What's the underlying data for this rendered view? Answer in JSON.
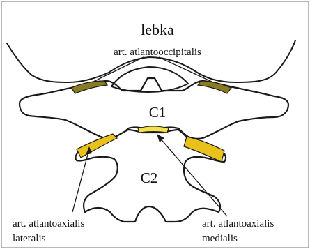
{
  "labels": {
    "skull": "lebka",
    "atlanto_occipital": "art. atlantooccipitalis",
    "c1": "C1",
    "c2": "C2",
    "lateral_line1": "art. atlantoaxialis",
    "lateral_line2": "lateralis",
    "medial_line1": "art. atlantoaxialis",
    "medial_line2": "medialis"
  },
  "colors": {
    "joint_olive": "#8a7a22",
    "joint_yellow": "#e8c21a",
    "joint_pale_yellow": "#f4e04a",
    "outline": "#1a1a1a",
    "frame": "#9a9a9a"
  }
}
